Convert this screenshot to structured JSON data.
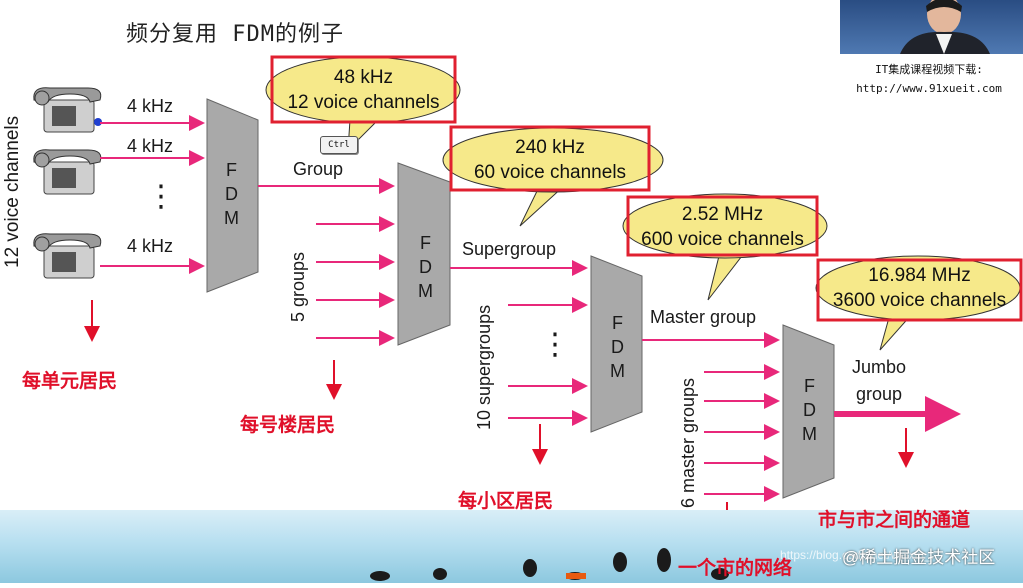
{
  "title": "频分复用 FDM的例子",
  "presenter_site": {
    "line1": "IT集成课程视频下载:",
    "line2": "http://www.91xueit.com"
  },
  "ctrl_key": "Ctrl",
  "stage1": {
    "vertical_label": "12 voice channels",
    "input_labels": [
      "4 kHz",
      "4 kHz",
      "4 kHz"
    ],
    "dots": "⋮",
    "mux": {
      "top": "F",
      "mid": "D",
      "bot": "M"
    },
    "output_label": "Group",
    "callout": {
      "line1": "48 kHz",
      "line2": "12 voice channels"
    },
    "annotation": "每单元居民"
  },
  "stage2": {
    "vertical_label": "5 groups",
    "mux": {
      "top": "F",
      "mid": "D",
      "bot": "M"
    },
    "output_label": "Supergroup",
    "callout": {
      "line1": "240 kHz",
      "line2": "60 voice channels"
    },
    "annotation": "每号楼居民"
  },
  "stage3": {
    "vertical_label": "10 supergroups",
    "dots": "⋮",
    "mux": {
      "top": "F",
      "mid": "D",
      "bot": "M"
    },
    "output_label": "Master group",
    "callout": {
      "line1": "2.52 MHz",
      "line2": "600 voice channels"
    },
    "annotation": "每小区居民"
  },
  "stage4": {
    "vertical_label": "6 master groups",
    "mux": {
      "top": "F",
      "mid": "D",
      "bot": "M"
    },
    "output_label_line1": "Jumbo",
    "output_label_line2": "group",
    "callout": {
      "line1": "16.984 MHz",
      "line2": "3600 voice channels"
    },
    "annotation": "市与市之间的通道",
    "annotation_bottom": "一个市的网络"
  },
  "watermark": "https://blog.csdn.net/weixin_...",
  "community": "@稀土掘金技术社区",
  "colors": {
    "arrow": "#e8287a",
    "red_text": "#e0102a",
    "callout_fill": "#f6e98a",
    "callout_border": "#e02030",
    "mux_fill": "#a9a9a9"
  }
}
